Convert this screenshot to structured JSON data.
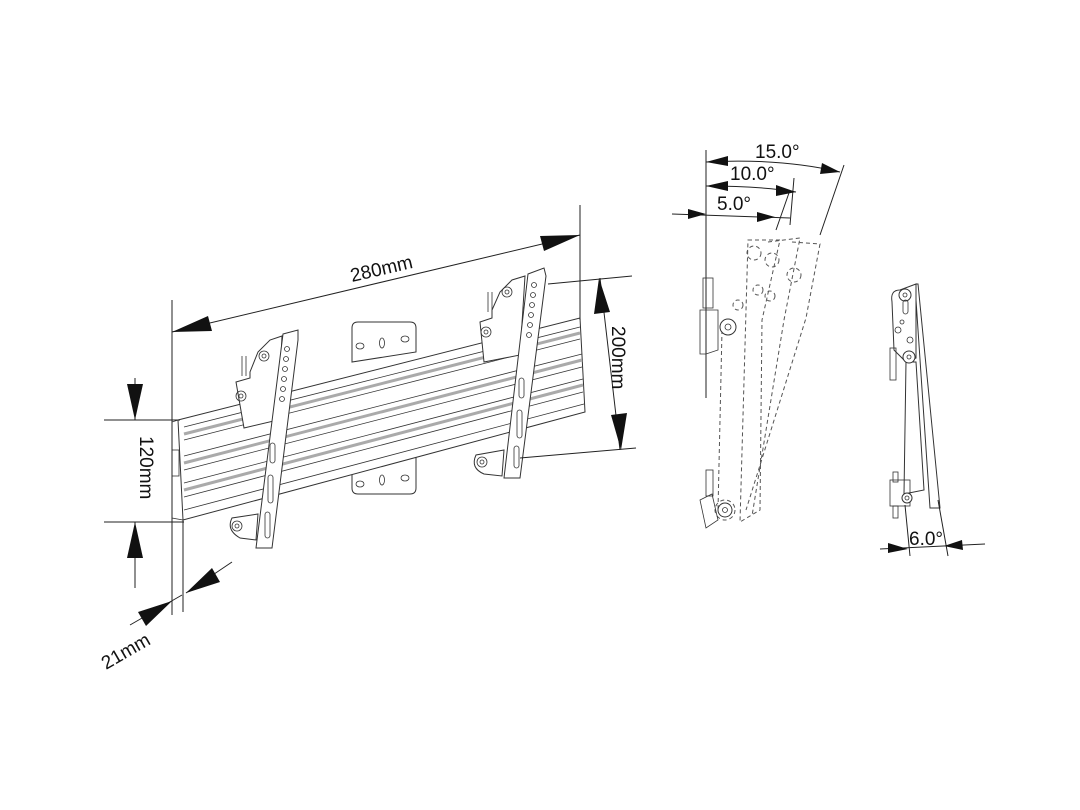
{
  "dimensions": {
    "width": "280mm",
    "height": "200mm",
    "rail_height": "120mm",
    "depth": "21mm"
  },
  "tilt_angles": {
    "tilt_5": "5.0°",
    "tilt_10": "10.0°",
    "tilt_15": "15.0°",
    "profile": "6.0°"
  }
}
